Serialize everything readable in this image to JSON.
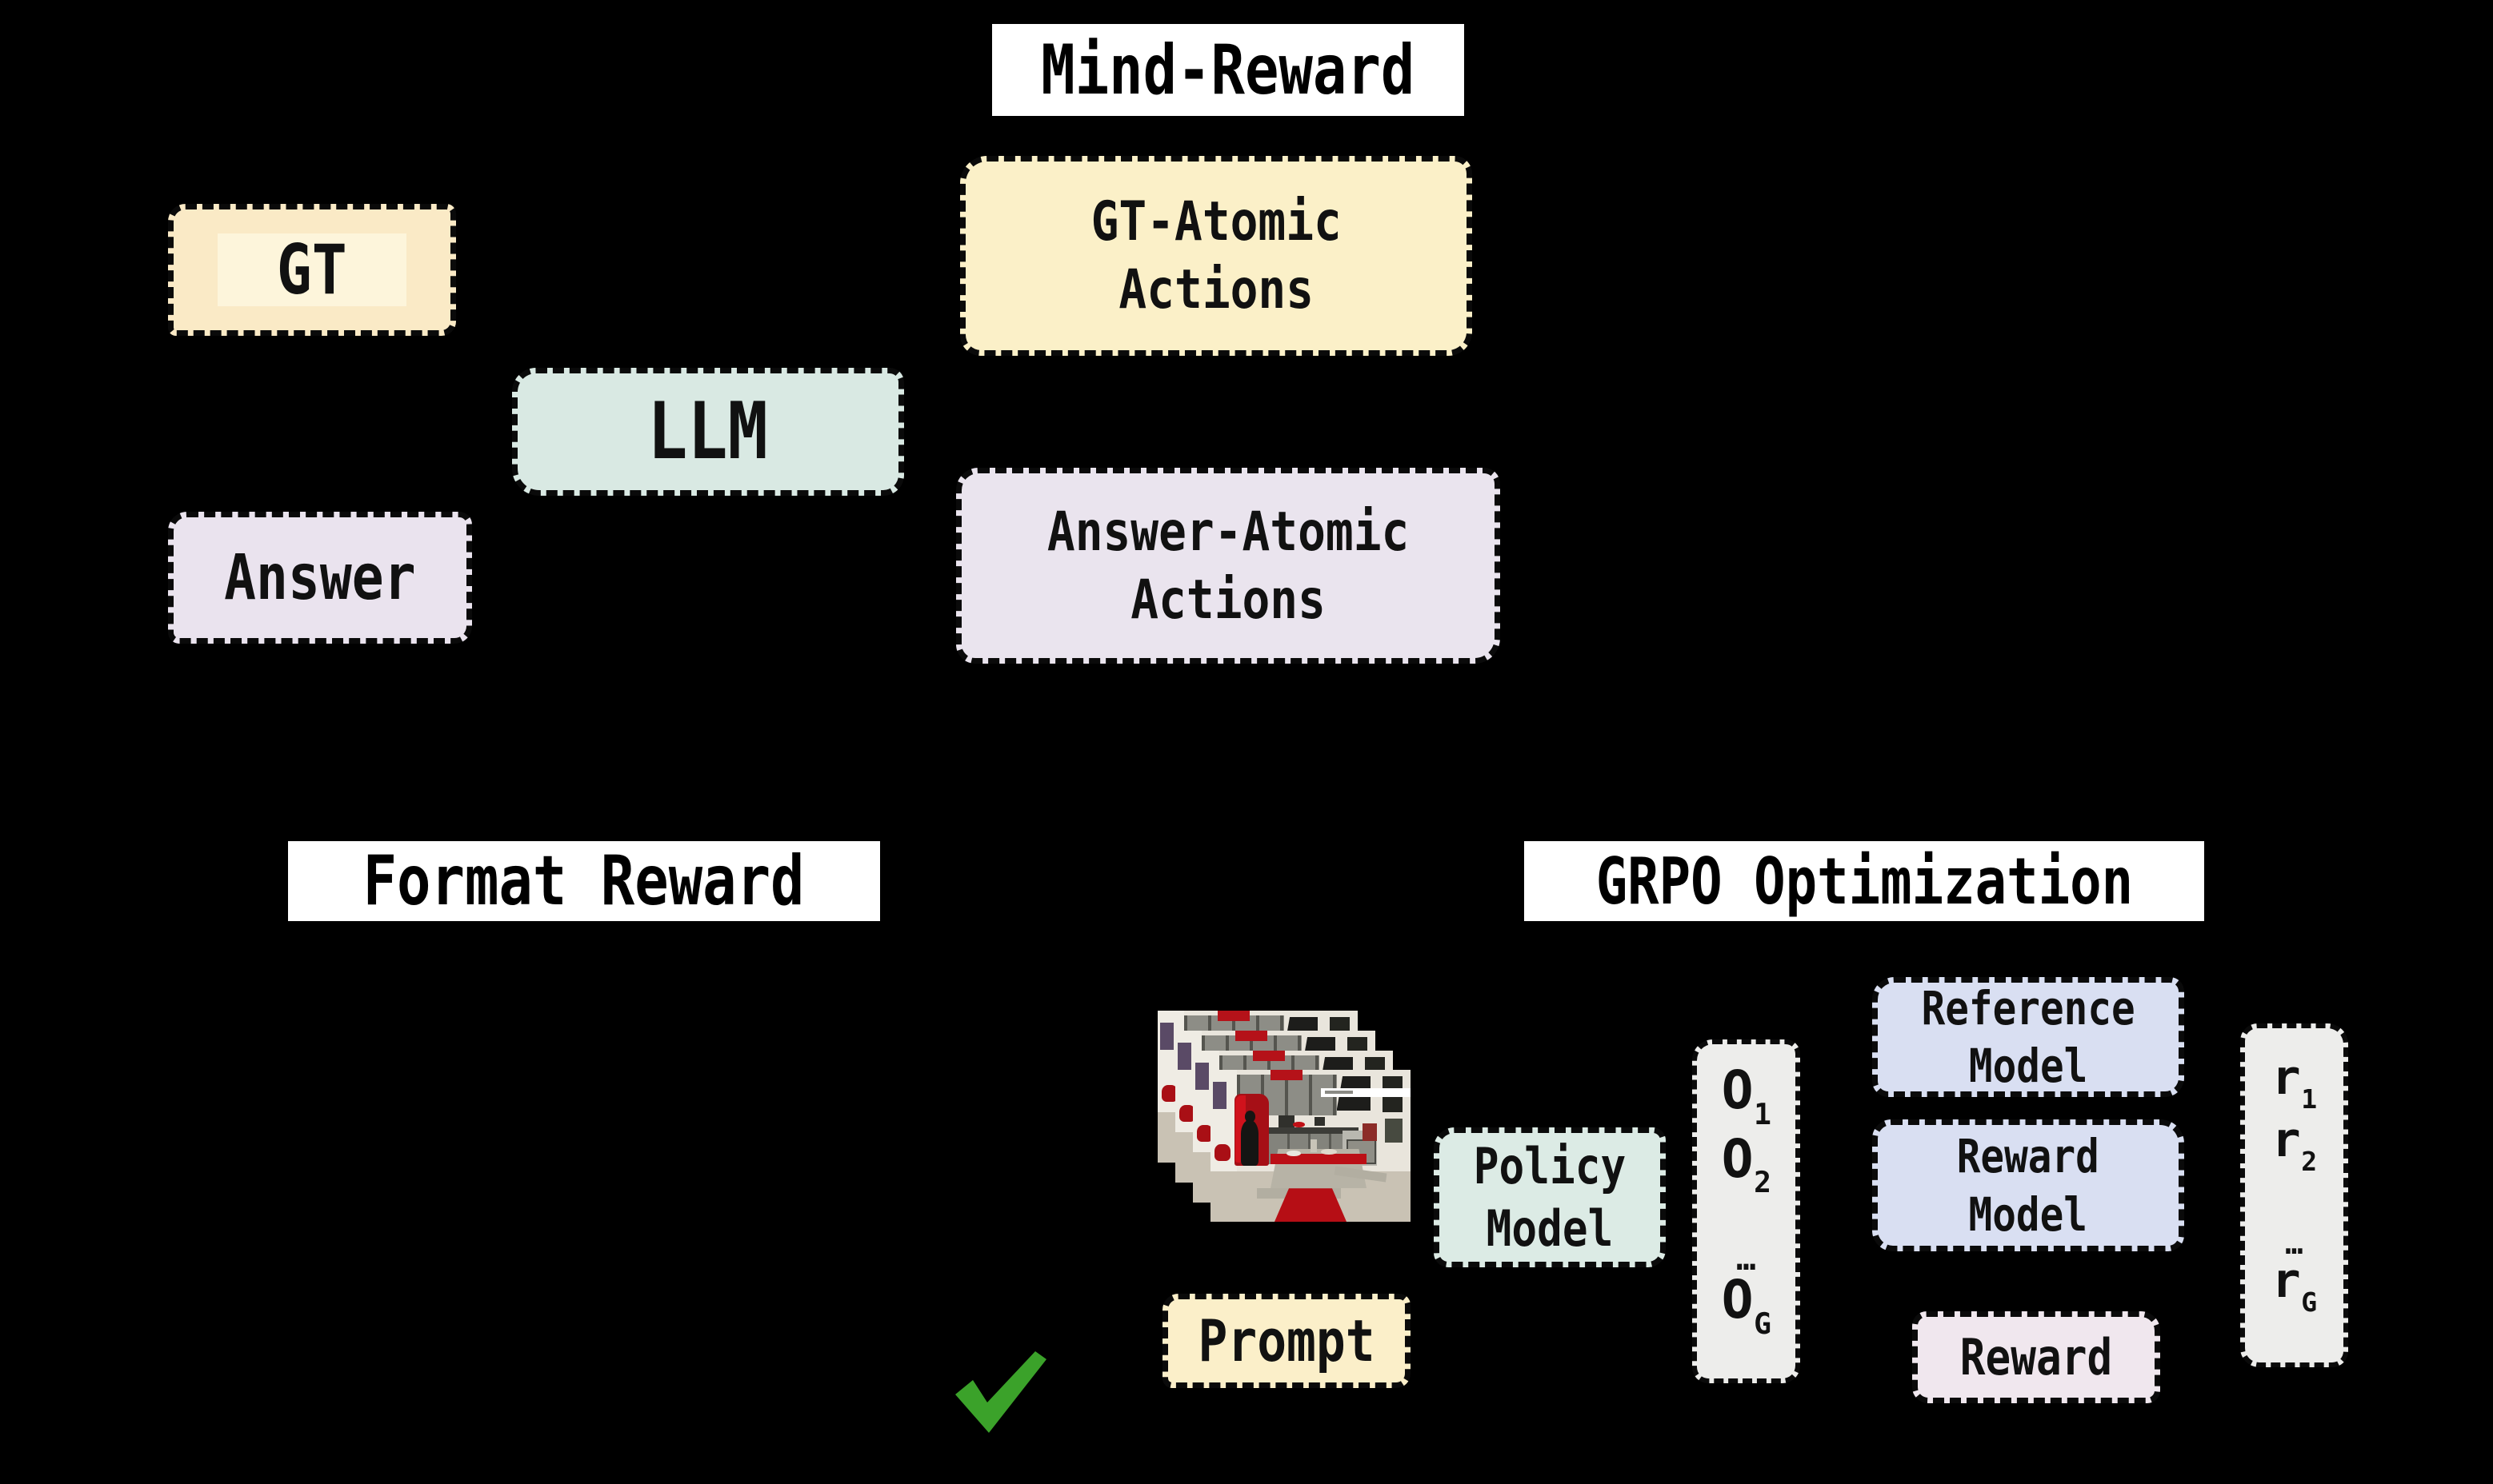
{
  "mind_reward": {
    "title": "Mind-Reward",
    "gt_label": "GT",
    "llm_label": "LLM",
    "answer_label": "Answer",
    "gt_atomic": {
      "line1": "GT-Atomic",
      "line2": "Actions"
    },
    "answer_atomic": {
      "line1": "Answer-Atomic",
      "line2": "Actions"
    }
  },
  "format_reward": {
    "title": "Format Reward"
  },
  "grpo": {
    "title": "GRPO Optimization",
    "prompt_label": "Prompt",
    "policy_model": {
      "line1": "Policy",
      "line2": "Model"
    },
    "outputs": {
      "o1_base": "O",
      "o1_sub": "1",
      "o2_base": "O",
      "o2_sub": "2",
      "dots": "…",
      "og_base": "O",
      "og_sub": "G"
    },
    "reference_model": {
      "line1": "Reference",
      "line2": "Model"
    },
    "reward_model": {
      "line1": "Reward",
      "line2": "Model"
    },
    "reward_label": "Reward",
    "rewards": {
      "r1_base": "r",
      "r1_sub": "1",
      "r2_base": "r",
      "r2_sub": "2",
      "dots": "…",
      "rg_base": "r",
      "rg_sub": "G"
    }
  },
  "colors": {
    "background": "#000000",
    "title_bg": "#ffffff",
    "yellow_box": "#faeac6",
    "yellow_box_highlight": "#fdf5db",
    "teal_box": "#d9e9e3",
    "lavender_box": "#eae3ee",
    "periwinkle_box": "#d9dff2",
    "gray_column": "#ededeb",
    "pink_box": "#f0e7ee",
    "check_green": "#3ba22a",
    "dashed_border": "#0a0a0a"
  }
}
